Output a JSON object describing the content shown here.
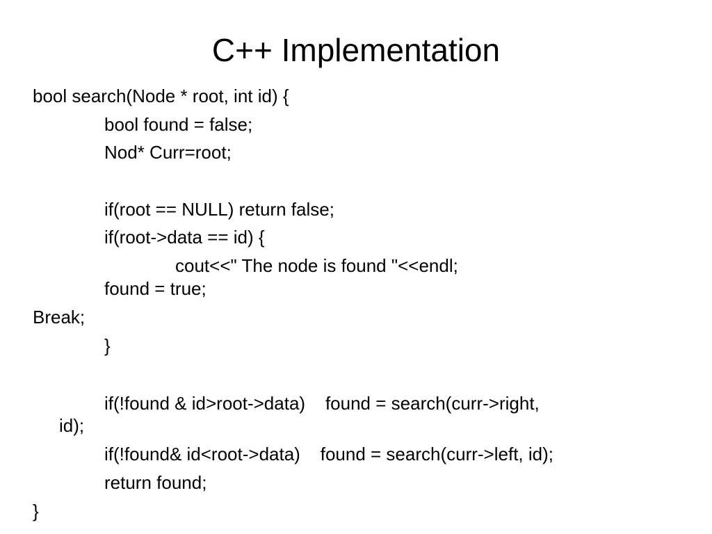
{
  "slide": {
    "title": "C++ Implementation",
    "lines": [
      "bool search(Node * root, int id) {",
      "bool found = false;",
      "Nod* Curr=root;",
      "if(root == NULL) return false;",
      "if(root->data == id) {",
      "cout<<\" The node is found \"<<endl;",
      "found = true;",
      "Break;",
      "}",
      "if(!found & id>root->data)    found = search(curr->right,",
      "id);",
      "if(!found& id<root->data)    found = search(curr->left, id);",
      "return found;",
      "}"
    ]
  }
}
